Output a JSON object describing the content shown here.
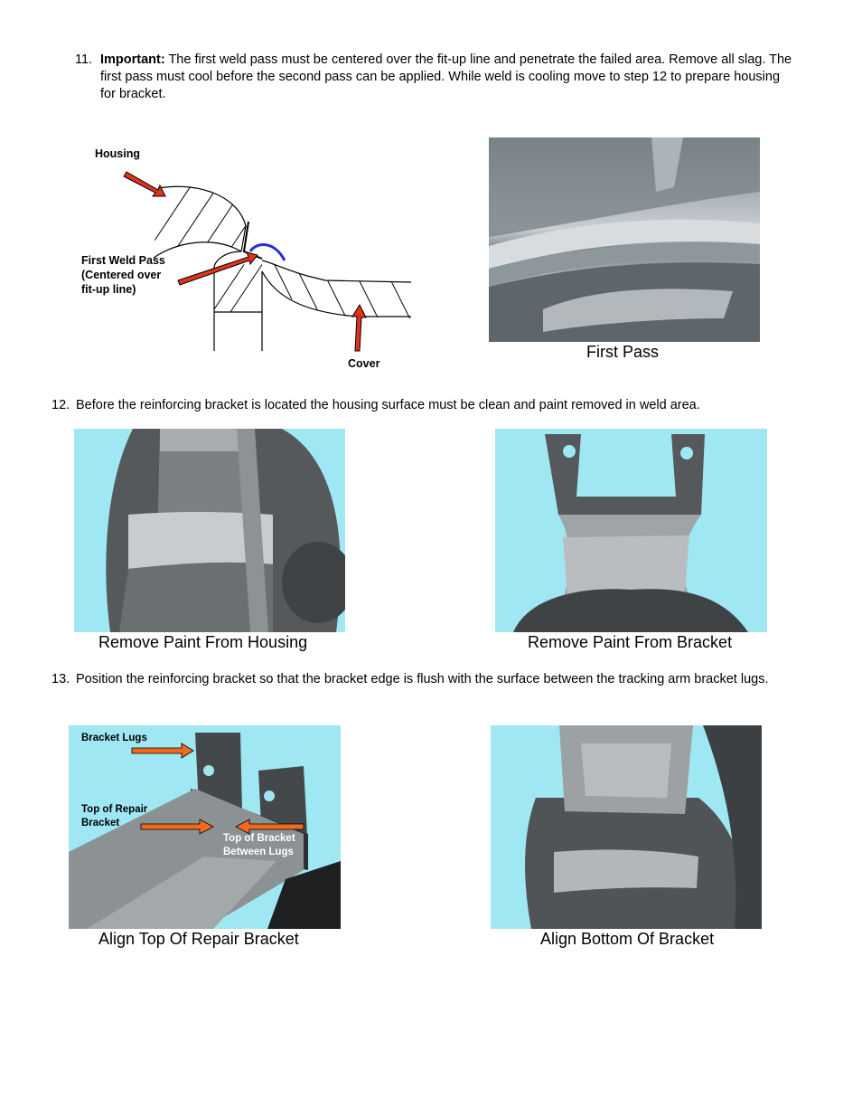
{
  "step11": {
    "number": "11.",
    "lead": "Important:",
    "text": " The first weld pass must be centered over the fit-up line and penetrate the failed area. Remove all slag. The first pass must cool before the second pass can be applied. While weld is cooling move to step 12 to prepare housing for bracket.",
    "diagram": {
      "housing_label": "Housing",
      "weld_label_1": "First Weld Pass",
      "weld_label_2": "(Centered over",
      "weld_label_3": "fit-up line)",
      "cover_label": "Cover"
    },
    "photo_caption": "First Pass"
  },
  "step12": {
    "number": "12.",
    "text": "Before the reinforcing bracket is located the housing surface must be clean and paint removed in weld area.",
    "caption_left": "Remove Paint From Housing",
    "caption_right": "Remove Paint From Bracket"
  },
  "step13": {
    "number": "13.",
    "text": "Position the reinforcing bracket so that the bracket edge is flush with the surface between the tracking arm bracket lugs.",
    "photo_labels": {
      "lugs": "Bracket Lugs",
      "repair_1": "Top of Repair",
      "repair_2": "Bracket",
      "between_1": "Top of Bracket",
      "between_2": "Between Lugs"
    },
    "caption_left": "Align Top Of Repair Bracket",
    "caption_right": "Align Bottom Of Bracket"
  },
  "colors": {
    "photo_background": "#9fe8f3",
    "arrow_red": "#e0321c",
    "arrow_orange": "#f06a1e",
    "weld_blue": "#2b2bd8"
  }
}
